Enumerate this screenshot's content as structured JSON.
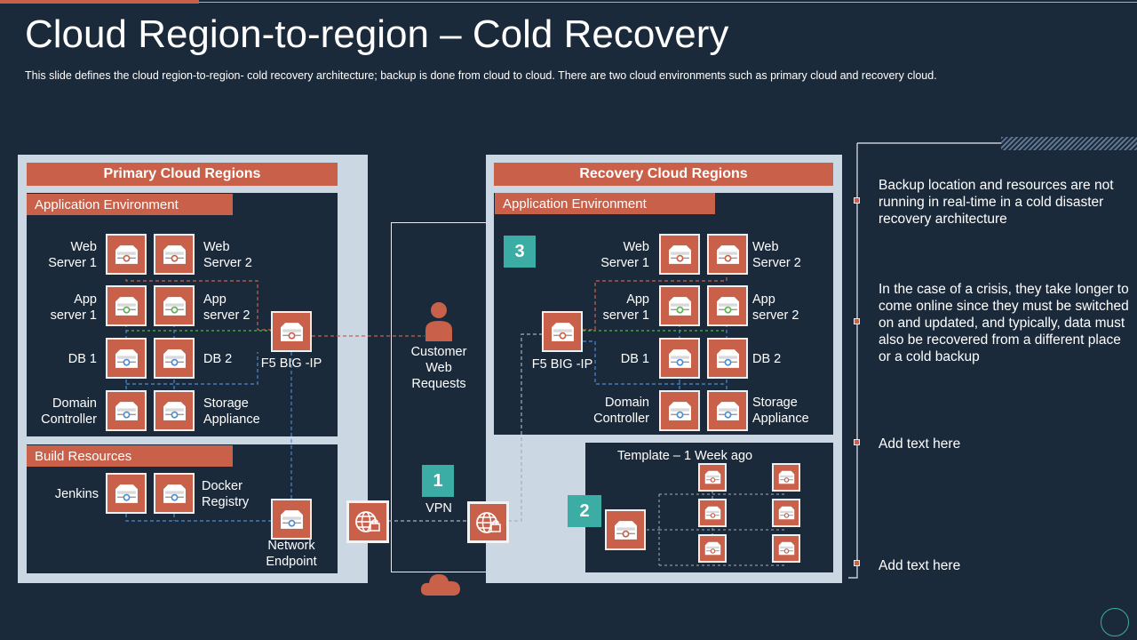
{
  "title": "Cloud Region-to-region – Cold Recovery",
  "subtitle": "This slide defines the cloud region-to-region-  cold recovery  architecture; backup is done from cloud to cloud. There  are two cloud environments  such as primary cloud and recovery  cloud.",
  "primary": {
    "header": "Primary Cloud Regions",
    "app_env": "Application Environment",
    "build": "Build Resources",
    "web_server_1": "Web\nServer 1",
    "web_server_2": "Web\nServer 2",
    "app_server_1": "App\nserver 1",
    "app_server_2": "App\nserver 2",
    "db1": "DB 1",
    "db2": "DB 2",
    "domain_controller": "Domain\nController",
    "storage": "Storage\nAppliance",
    "f5": "F5 BIG -IP",
    "jenkins": "Jenkins",
    "docker": "Docker\nRegistry",
    "network_endpoint": "Network\nEndpoint"
  },
  "middle": {
    "customer": "Customer\nWeb\nRequests",
    "vpn_badge": "1",
    "vpn": "VPN"
  },
  "recovery": {
    "header": "Recovery Cloud Regions",
    "app_env": "Application Environment",
    "badge3": "3",
    "badge2": "2",
    "web_server_1": "Web\nServer 1",
    "web_server_2": "Web\nServer 2",
    "app_server_1": "App\nserver 1",
    "app_server_2": "App\nserver 2",
    "db1": "DB 1",
    "db2": "DB 2",
    "domain_controller": "Domain\nController",
    "storage": "Storage\nAppliance",
    "f5": "F5 BIG -IP",
    "template": "Template  –  1 Week ago"
  },
  "notes": [
    "Backup location and resources are not running in real-time in a cold disaster recovery architecture",
    "In the case of a crisis, they take longer to come online since they must be switched on and updated, and typically, data must also be recovered from a different place or a cold backup",
    "Add text here",
    "Add text here"
  ],
  "icons": {
    "server": "server-icon",
    "globe_lock": "globe-lock-icon",
    "person": "person-icon",
    "cloud": "cloud-icon"
  },
  "colors": {
    "background": "#1b2a3b",
    "accent": "#c8604a",
    "panel": "#cbd8e4",
    "teal": "#3bada4"
  }
}
